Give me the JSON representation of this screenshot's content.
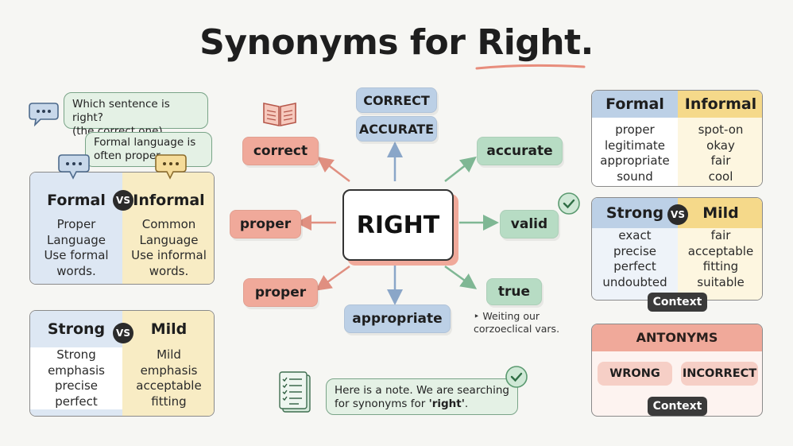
{
  "title": {
    "main": "Synonyms for ",
    "highlight": "Right",
    "period": "."
  },
  "center": {
    "label": "RIGHT"
  },
  "synonyms": {
    "top_1": "CORRECT",
    "top_2": "ACCURATE",
    "upper_left": "correct",
    "left": "proper",
    "lower_left": "proper",
    "bottom": "appropriate",
    "upper_right": "accurate",
    "right": "valid",
    "lower_right": "true"
  },
  "lower_right_note": {
    "line1": "‣ Weiting our",
    "line2": "corzoeclical vars."
  },
  "bubbles": {
    "question_line1": "Which sentence is right?",
    "question_line2": "(the correct one).",
    "formal_line1": "Formal language is",
    "formal_line2": "often proper.",
    "note_line1": "Here is a note. We are searching",
    "note_prefix": "for synonyms for ",
    "note_keyword": "'right'",
    "note_suffix": "."
  },
  "left_card_1": {
    "left_head": "Formal",
    "vs": "VS",
    "right_head": "Informal",
    "left_lines": [
      "Proper",
      "Language",
      "Use formal",
      "words."
    ],
    "right_lines": [
      "Common",
      "Language",
      "Use informal",
      "words."
    ]
  },
  "left_card_2": {
    "left_head": "Strong",
    "vs": "VS",
    "right_head": "Mild",
    "left_lines": [
      "Strong",
      "emphasis",
      "precise",
      "perfect"
    ],
    "right_lines": [
      "Mild",
      "emphasis",
      "acceptable",
      "fitting"
    ]
  },
  "right_card_1": {
    "left_head": "Formal",
    "right_head": "Informal",
    "left_lines": [
      "proper",
      "legitimate",
      "appropriate",
      "sound"
    ],
    "right_lines": [
      "spot-on",
      "okay",
      "fair",
      "cool"
    ]
  },
  "right_card_2": {
    "left_head": "Strong",
    "vs": "VS",
    "right_head": "Mild",
    "left_lines": [
      "exact",
      "precise",
      "perfect",
      "undoubted"
    ],
    "right_lines": [
      "fair",
      "acceptable",
      "fitting",
      "suitable"
    ],
    "button": "Context"
  },
  "antonyms_card": {
    "title": "ANTONYMS",
    "items": [
      "WRONG",
      "INCORRECT"
    ],
    "button": "Context"
  },
  "colors": {
    "blue": "#bcd0e6",
    "red": "#f0a99a",
    "green": "#b7dcc4",
    "accent_underline": "#e88d7c"
  }
}
